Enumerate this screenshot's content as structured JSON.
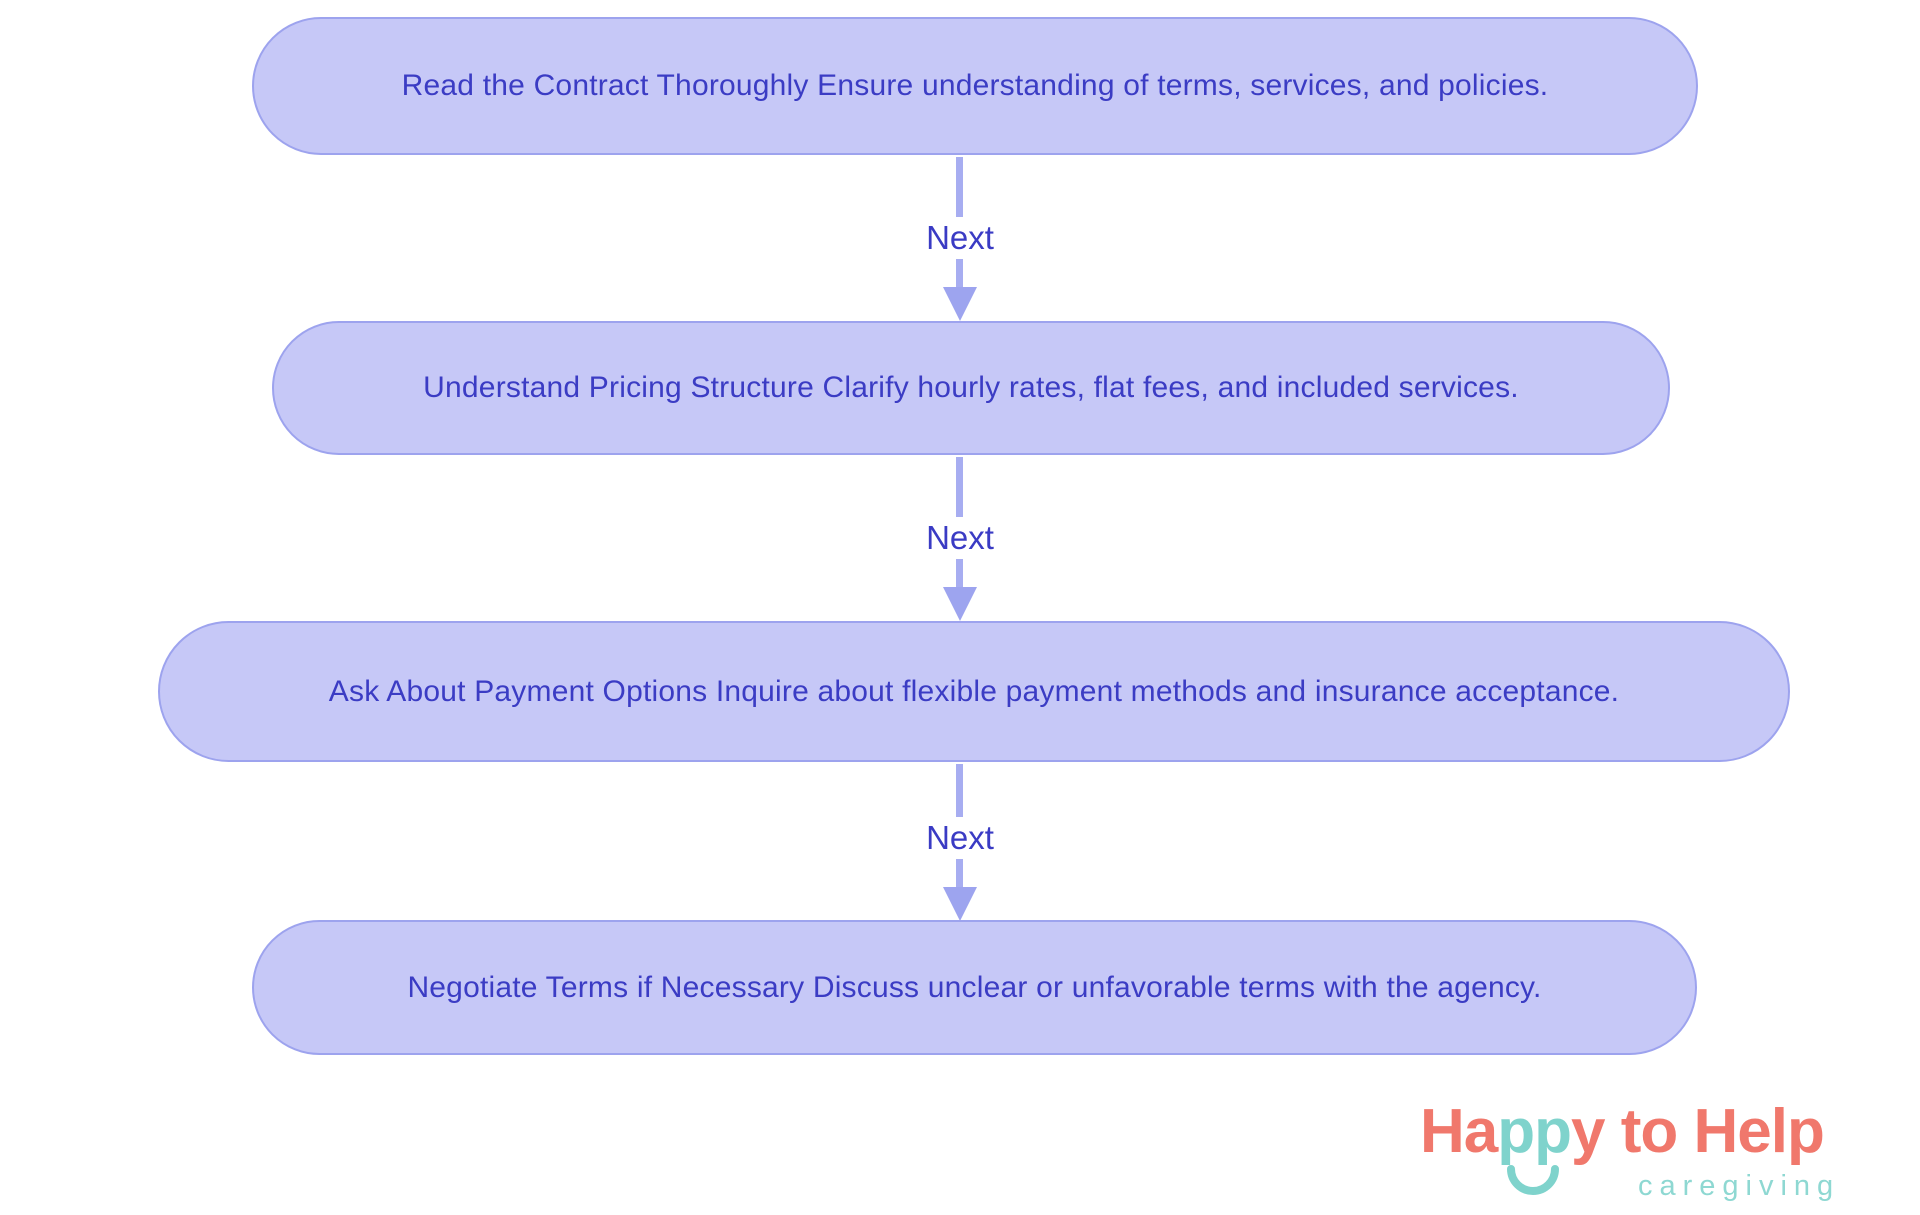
{
  "diagram": {
    "nodes": [
      {
        "text": "Read the Contract Thoroughly Ensure understanding of terms, services, and policies."
      },
      {
        "text": "Understand Pricing Structure Clarify hourly rates, flat fees, and included services."
      },
      {
        "text": "Ask About Payment Options Inquire about flexible payment methods and insurance acceptance."
      },
      {
        "text": "Negotiate Terms if Necessary Discuss unclear or unfavorable terms with the agency."
      }
    ],
    "connectors": [
      {
        "label": "Next"
      },
      {
        "label": "Next"
      },
      {
        "label": "Next"
      }
    ],
    "colors": {
      "node_fill": "#c6c8f7",
      "node_border": "#9da3ee",
      "node_text": "#3b3cc4",
      "arrow": "#a7adf1",
      "arrowhead": "#9da4ef",
      "label_text": "#3a3bc4",
      "background": "#ffffff"
    }
  },
  "logo": {
    "wordmark": {
      "part_ha": "Ha",
      "part_pp": "pp",
      "part_y": "y",
      "part_to": " to ",
      "part_help": "Help"
    },
    "subtitle": "caregiving",
    "icon": "smile-icon",
    "colors": {
      "coral": "#f0786c",
      "teal": "#7fd3cc",
      "subtitle_teal": "#8ed8d2"
    }
  }
}
